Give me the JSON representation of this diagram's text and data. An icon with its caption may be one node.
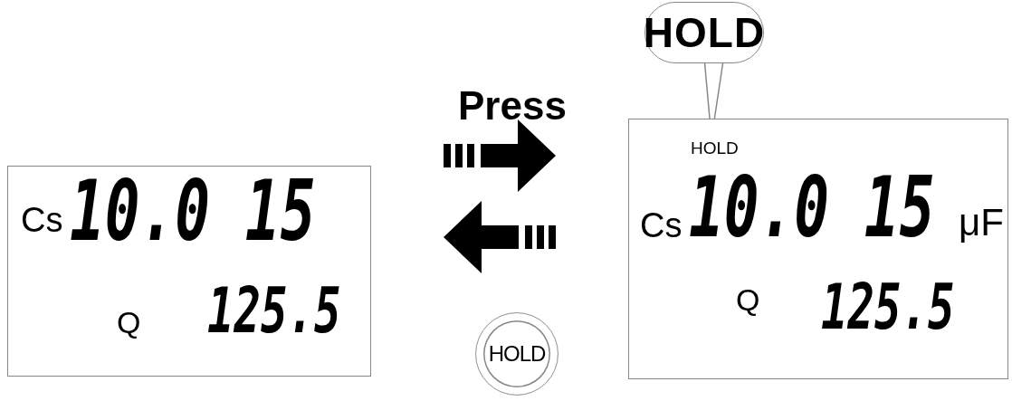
{
  "diagram": {
    "nodes": [
      {
        "text": [
          "Cs",
          "10.0 15",
          "Q",
          "125.5"
        ]
      },
      {
        "text": [
          "HOLD"
        ]
      },
      {
        "text": [
          "Cs",
          "10.0 15",
          "μF",
          "Q",
          "125.5"
        ]
      },
      {
        "text": [
          "HOLD"
        ],
        "in": 2
      },
      {
        "text": [
          "HOLD"
        ]
      }
    ],
    "edges": [
      {
        "from": 0,
        "to": 2,
        "arrow": "to",
        "style": "thick"
      },
      {
        "from": 2,
        "to": 0,
        "arrow": "to",
        "style": "thick"
      },
      {
        "from": 1,
        "to": 3,
        "arrow": "none"
      }
    ],
    "labels": [
      "Press"
    ]
  }
}
